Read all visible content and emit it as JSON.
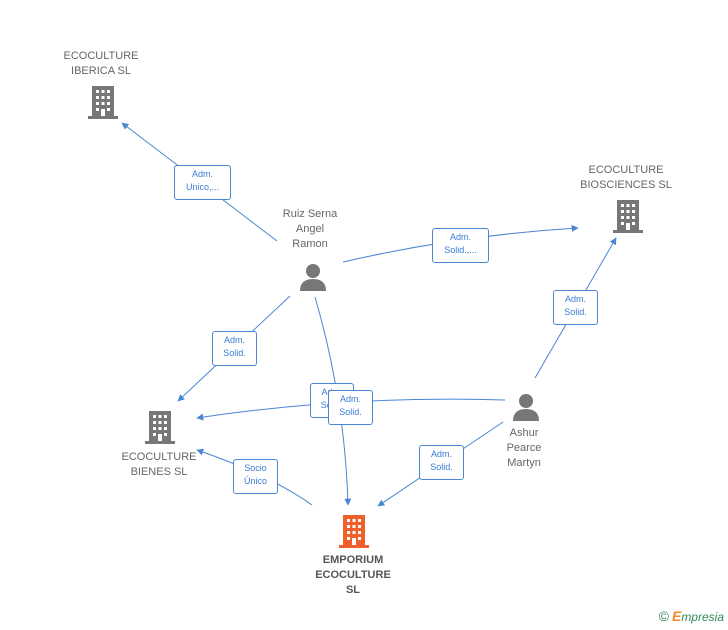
{
  "colors": {
    "edge": "#4a86d4",
    "company": "#777777",
    "main_company": "#f0602d",
    "person": "#777777"
  },
  "nodes": {
    "ecoculture_iberica": {
      "lines": [
        "ECOCULTURE",
        "IBERICA  SL"
      ],
      "icon": "building-icon"
    },
    "ecoculture_biosciences": {
      "lines": [
        "ECOCULTURE",
        "BIOSCIENCES SL"
      ],
      "icon": "building-icon"
    },
    "ecoculture_bienes": {
      "lines": [
        "ECOCULTURE",
        "BIENES  SL"
      ],
      "icon": "building-icon"
    },
    "emporium": {
      "lines": [
        "EMPORIUM",
        "ECOCULTURE",
        "SL"
      ],
      "icon": "building-icon"
    },
    "ruiz": {
      "lines": [
        "Ruiz Serna",
        "Angel",
        "Ramon"
      ],
      "icon": "person-icon"
    },
    "ashur": {
      "lines": [
        "Ashur",
        "Pearce",
        "Martyn"
      ],
      "icon": "person-icon"
    }
  },
  "edges": {
    "ruiz_iberica": [
      "Adm.",
      "Unico,..."
    ],
    "ruiz_biosciences": [
      "Adm.",
      "Solid.,..."
    ],
    "ruiz_bienes": [
      "Adm.",
      "Solid."
    ],
    "ruiz_emporium_a": [
      "Adm.",
      "Solid."
    ],
    "ashur_bienes": [
      "Adm.",
      "Solid."
    ],
    "ashur_biosciences": [
      "Adm.",
      "Solid."
    ],
    "ashur_emporium": [
      "Adm.",
      "Solid."
    ],
    "emporium_bienes": [
      "Socio",
      "Único"
    ]
  },
  "credit": {
    "symbol": "©",
    "brand_first": "E",
    "brand_rest": "mpresia"
  }
}
